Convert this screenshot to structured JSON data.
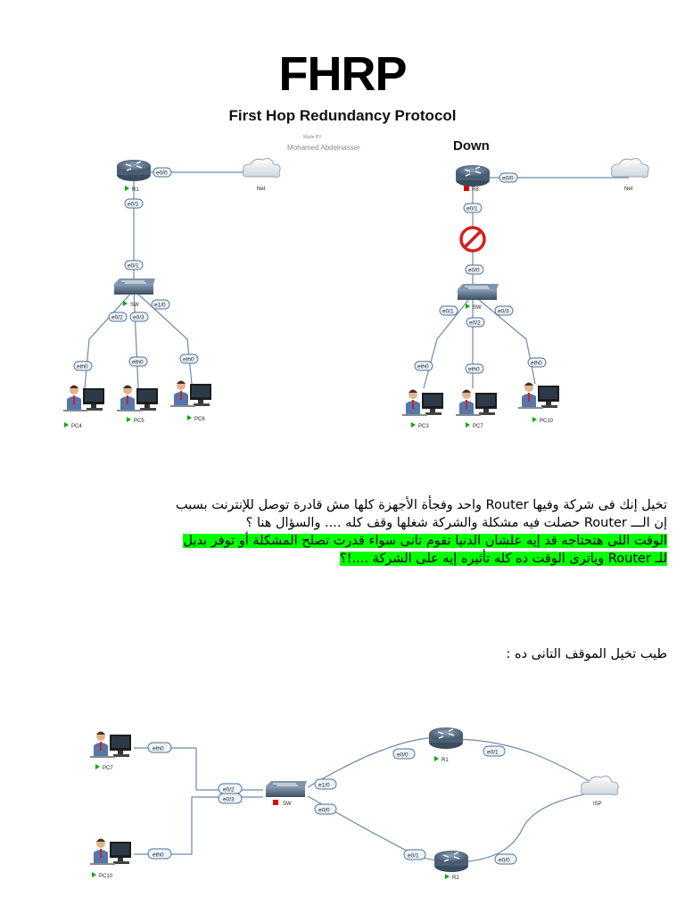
{
  "header": {
    "title": "FHRP",
    "subtitle": "First Hop Redundancy Protocol",
    "made_by": "Made BY",
    "author": "Mohamed Abdelnasser"
  },
  "diagram1": {
    "router": "R1",
    "cloud": "Net",
    "switch": "SW",
    "r_e00": "e0/0",
    "r_e01": "e0/1",
    "sw_e01": "e0/1",
    "sw_e02": "e0/2",
    "sw_e03": "e0/3",
    "sw_e10": "e1/0",
    "eth": "eth0",
    "pcs": [
      "PC4",
      "PC5",
      "PC6"
    ]
  },
  "diagram2": {
    "status": "Down",
    "router": "R8",
    "cloud": "Net",
    "switch": "SW",
    "r_e00": "e0/0",
    "r_e01": "e0/1",
    "sw_e00": "e0/0",
    "sw_e01": "e0/1",
    "sw_e02": "e0/2",
    "sw_e03": "e0/3",
    "eth": "eth0",
    "pcs": [
      "PC3",
      "PC7",
      "PC10"
    ]
  },
  "text": {
    "line1": "تخيل إنك فى شركة وفيها Router واحد وفجأة الأجهزة كلها مش قادرة توصل للإنترنت بسبب",
    "line2": "إن الـــ Router حصلت فيه مشكلة والشركة شغلها وقف كله .... والسؤال هنا ؟",
    "hl_line1": "الوقت اللى هتحتاجه قد إيه علشان الدنيا تقوم تانى سواء قدرت تصلح المشكلة أو توفر بديل",
    "hl_line2": "للـ Router وياترى الوقت ده كله تأثيره إيه على الشركة ....!؟",
    "line3": "طيب تخيل الموقف التانى ده :"
  },
  "diagram3": {
    "pc_top": "PC7",
    "pc_bottom": "PC10",
    "eth": "eth0",
    "switch": "SW",
    "sw_e02": "e0/2",
    "sw_e03": "e0/3",
    "sw_e10": "e1/0",
    "sw_e00": "e0/0",
    "r1": "R1",
    "r1_e00": "e0/0",
    "r1_e01": "e0/1",
    "r2": "R2",
    "r2_e01": "e0/1",
    "r2_e00": "e0/0",
    "isp": "ISP"
  }
}
